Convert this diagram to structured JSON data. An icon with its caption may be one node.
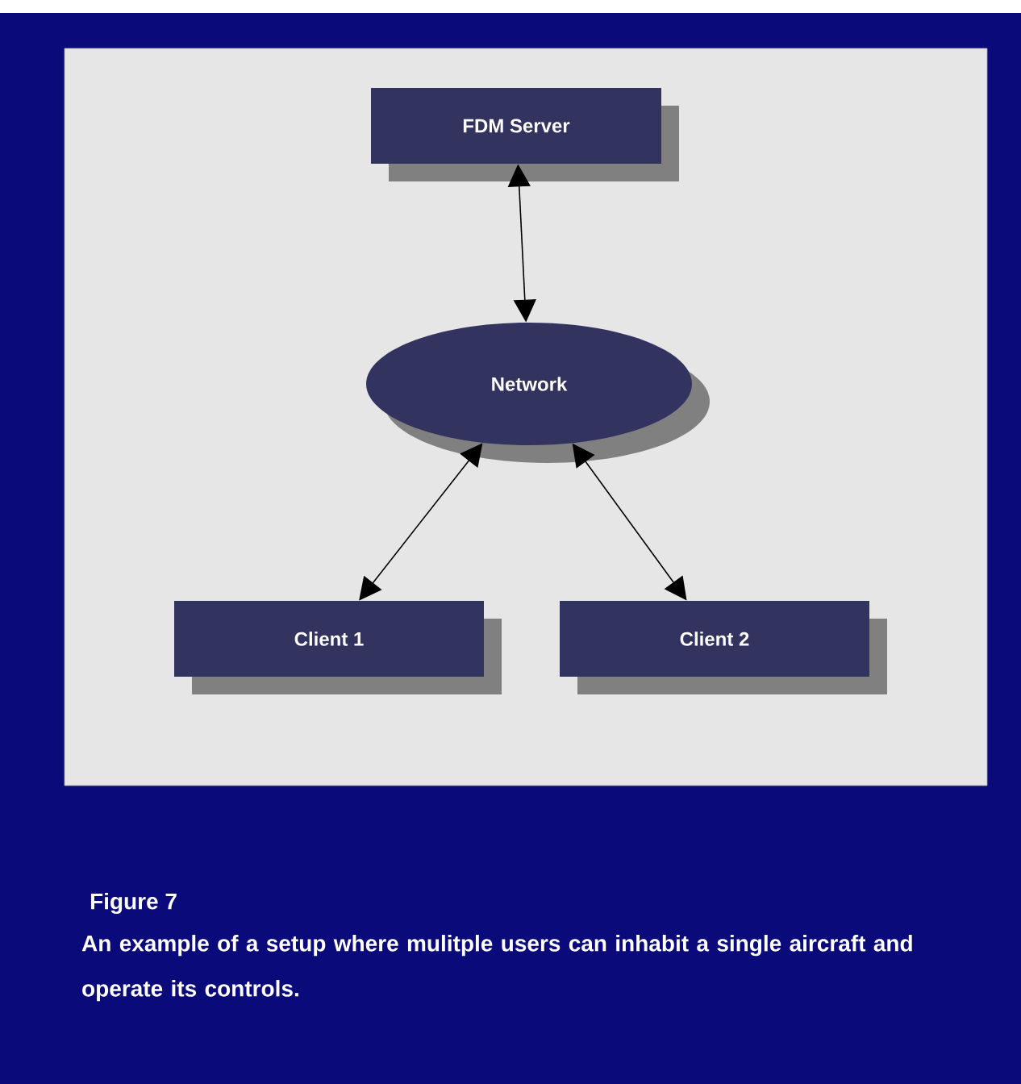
{
  "diagram": {
    "caption": "An example of a setup where mulitple users can inhabit a single aircraft and operate its controls.",
    "nodes": [
      {
        "text": [
          "FDM Server"
        ]
      },
      {
        "text": [
          "Network"
        ]
      },
      {
        "text": [
          "Client 1"
        ]
      },
      {
        "text": [
          "Client 2"
        ]
      }
    ],
    "edges": [
      {
        "from": 1,
        "to": 0,
        "arrow": "both"
      },
      {
        "from": 1,
        "to": 2,
        "arrow": "both"
      },
      {
        "from": 1,
        "to": 3,
        "arrow": "both"
      }
    ],
    "labels": [
      "Figure 7"
    ]
  }
}
